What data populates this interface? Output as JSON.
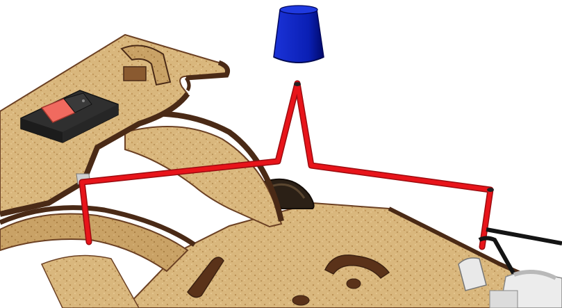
{
  "scene": {
    "background": "#ffffff",
    "colors": {
      "plywood_face": "#d7b47a",
      "plywood_shadow": "#b18a52",
      "plywood_edge": "#6b4023",
      "plywood_edge_dark": "#4a2a16",
      "wire": "#e8141a",
      "wire_dark": "#9c0b0f",
      "cap_blue": "#0a1fb4",
      "cap_blue_dark": "#000c6e",
      "switch_body": "#3a3a3a",
      "switch_rocker": "#f06a5f",
      "belt": "#141414",
      "motor_white": "#e9e9e9",
      "motor_grey": "#b9b9b9"
    },
    "objects": [
      "upper-plywood-platform",
      "lower-plywood-base",
      "curved-plywood-arm",
      "rocker-switch",
      "blue-cone-cap",
      "red-wire",
      "drive-belt",
      "white-motor-assembly",
      "rubber-wheel"
    ]
  }
}
